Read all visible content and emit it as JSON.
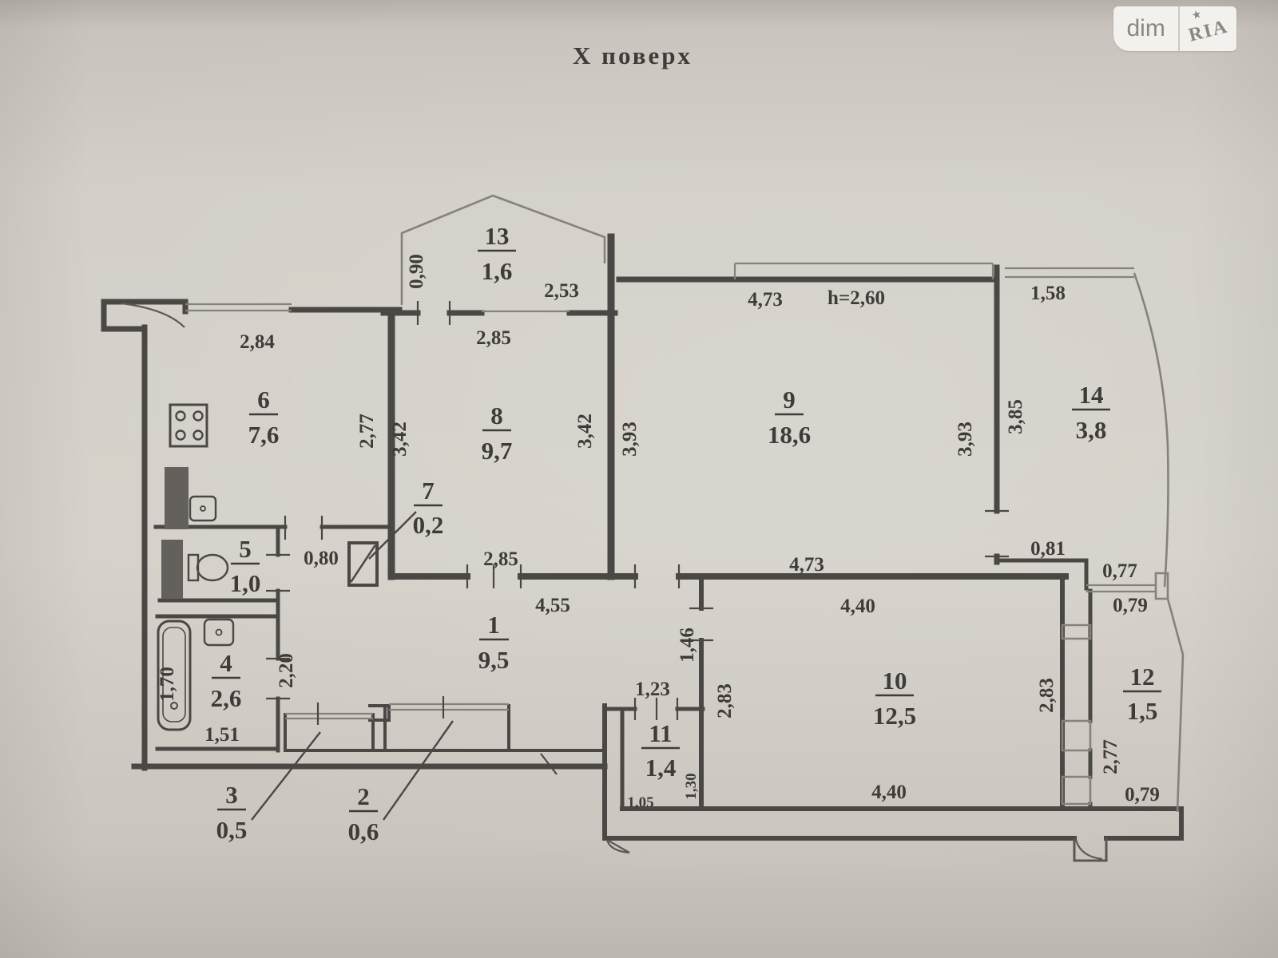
{
  "title": "Х поверх",
  "logo": {
    "dim": "dim",
    "ria": "RIA",
    "star": "★"
  },
  "colors": {
    "paper": "#d3cfc8",
    "line": "#4a4845",
    "thin_line": "#85817b",
    "logo_text": "#8b8782"
  },
  "rooms": [
    {
      "num": "1",
      "area": "9,5"
    },
    {
      "num": "2",
      "area": "0,6"
    },
    {
      "num": "3",
      "area": "0,5"
    },
    {
      "num": "4",
      "area": "2,6"
    },
    {
      "num": "5",
      "area": "1,0"
    },
    {
      "num": "6",
      "area": "7,6"
    },
    {
      "num": "7",
      "area": "0,2"
    },
    {
      "num": "8",
      "area": "9,7"
    },
    {
      "num": "9",
      "area": "18,6"
    },
    {
      "num": "10",
      "area": "12,5"
    },
    {
      "num": "11",
      "area": "1,4"
    },
    {
      "num": "12",
      "area": "1,5"
    },
    {
      "num": "13",
      "area": "1,6"
    },
    {
      "num": "14",
      "area": "3,8"
    }
  ],
  "dims": [
    "2,84",
    "2,77",
    "0,90",
    "2,53",
    "2,85",
    "3,42",
    "3,42",
    "3,93",
    "4,73",
    "h=2,60",
    "1,58",
    "3,85",
    "3,93",
    "0,80",
    "2,20",
    "1,70",
    "1,51",
    "2,85",
    "4,55",
    "4,73",
    "0,81",
    "0,77",
    "0,79",
    "1,46",
    "1,23",
    "2,83",
    "2,83",
    "4,40",
    "4,40",
    "1,05",
    "1,30",
    "2,77",
    "0,79"
  ]
}
